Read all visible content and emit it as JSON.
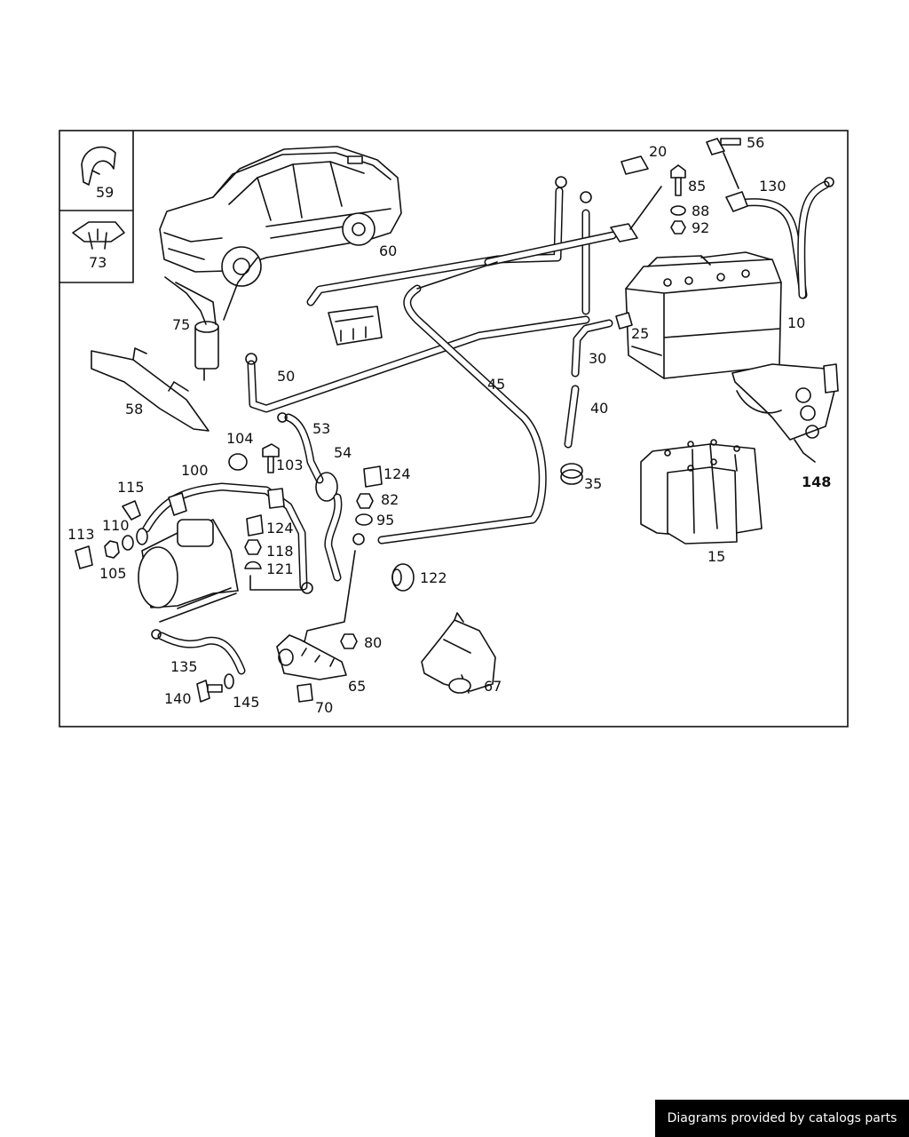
{
  "labels": {
    "p59": "59",
    "p73": "73",
    "p20": "20",
    "p56": "56",
    "p85": "85",
    "p130": "130",
    "p88": "88",
    "p92": "92",
    "p60": "60",
    "p10": "10",
    "p25": "25",
    "p75": "75",
    "p30": "30",
    "p50": "50",
    "p45": "45",
    "p40": "40",
    "p58": "58",
    "p53": "53",
    "p104": "104",
    "p54": "54",
    "p103": "103",
    "p124a": "124",
    "p148": "148",
    "p100": "100",
    "p82": "82",
    "p35": "35",
    "p115": "115",
    "p95": "95",
    "p124b": "124",
    "p110": "110",
    "p113": "113",
    "p118": "118",
    "p15": "15",
    "p121": "121",
    "p105": "105",
    "p122": "122",
    "p80": "80",
    "p135": "135",
    "p65": "65",
    "p67": "67",
    "p140": "140",
    "p145": "145",
    "p70": "70"
  },
  "footer": {
    "text": "Diagrams provided by catalogs parts"
  }
}
